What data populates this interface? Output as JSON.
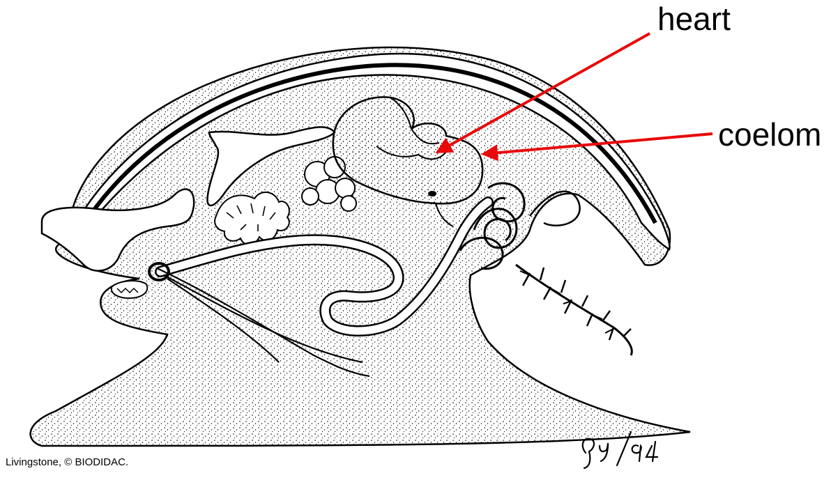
{
  "labels": {
    "heart": "heart",
    "coelom": "coelom"
  },
  "credit": "Livingstone, © BIODIDAC.",
  "signature": "Guy/94",
  "colors": {
    "arrow": "#e8090a",
    "ink": "#000000",
    "background": "#ffffff"
  }
}
